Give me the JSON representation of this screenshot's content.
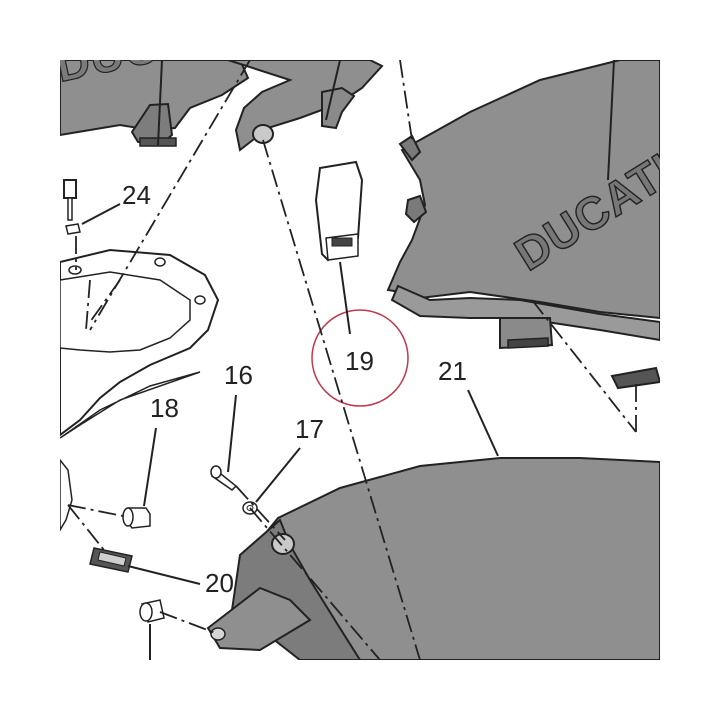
{
  "diagram": {
    "brand_text": "DUCATI",
    "brand_text_top": "DUCATI",
    "colors": {
      "panel_fill": "#8f8f8f",
      "panel_dark": "#6f6f6f",
      "line": "#222222",
      "background": "#ffffff",
      "highlight_circle": "#c0394b"
    },
    "callouts": [
      {
        "id": "24",
        "label": "24"
      },
      {
        "id": "19",
        "label": "19"
      },
      {
        "id": "16",
        "label": "16"
      },
      {
        "id": "21",
        "label": "21"
      },
      {
        "id": "18",
        "label": "18"
      },
      {
        "id": "17",
        "label": "17"
      },
      {
        "id": "20",
        "label": "20"
      }
    ]
  }
}
